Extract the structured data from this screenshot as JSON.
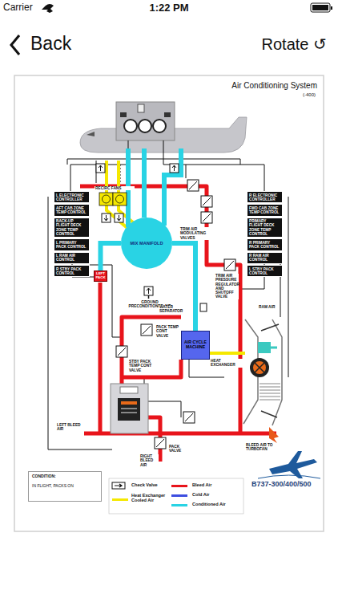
{
  "diagram": {
    "title": "Air Conditioning System",
    "nodes": [
      {
        "text": [
          "L ELECTRONIC CONTROLLER"
        ]
      },
      {
        "text": [
          "AFT CAB ZONE TEMP CONTROL"
        ]
      },
      {
        "text": [
          "BACK-UP FLIGHT DECK ZONE TEMP CONTROL"
        ]
      },
      {
        "text": [
          "L PRIMARY PACK CONTROL"
        ]
      },
      {
        "text": [
          "L RAM AIR CONTROL"
        ]
      },
      {
        "text": [
          "R STBY PACK CONTROL"
        ]
      },
      {
        "text": [
          "R ELECTRONIC CONTROLLER"
        ]
      },
      {
        "text": [
          "FWD CAB ZONE TEMP CONTROL"
        ]
      },
      {
        "text": [
          "PRIMARY FLIGHT DECK ZONE TEMP CONTROL"
        ]
      },
      {
        "text": [
          "R PRIMARY PACK CONTROL"
        ]
      },
      {
        "text": [
          "R RAM AIR CONTROL"
        ]
      },
      {
        "text": [
          "L STBY PACK CONTROL"
        ]
      },
      {
        "text": [
          "MIX MANIFOLD"
        ]
      },
      {
        "text": [
          "LEFT PACK"
        ]
      },
      {
        "text": [
          "AIR CYCLE MACHINE"
        ]
      },
      {
        "text": [
          "CONDITION:",
          "IN FLIGHT, PACKS ON"
        ]
      }
    ],
    "edges": [
      {
        "from": 13,
        "to": 12,
        "arrow": "none"
      },
      {
        "from": 14,
        "to": 12,
        "arrow": "none"
      }
    ],
    "labels": [
      "Carrier",
      "1:22 PM",
      "Back",
      "Rotate ↺",
      "(-400)",
      "RECIRC FANS",
      "TRIM AIR MODULATING VALVES",
      "GROUND PRECONDITIONED AIR",
      "WATER SEPARATOR",
      "TRIM AIR PRESSURE REGULATOR AND SHUTOFF VALVE",
      "RAM AIR",
      "PACK TEMP CONT VALVE",
      "STBY PACK TEMP CONT VALVE",
      "HEAT EXCHANGER",
      "LEFT BLEED AIR",
      "BLEED AIR TO TURBOFAN",
      "RIGHT BLEED AIR",
      "PACK VALVE",
      "B737-300/400/500"
    ],
    "legend": [
      {
        "text": "Check Valve"
      },
      {
        "text": "Heat Exchanger Cooled Air",
        "color": "#f5e800"
      },
      {
        "text": "Bleed Air",
        "color": "#e8141b"
      },
      {
        "text": "Cold Air",
        "color": "#3d4ee0"
      },
      {
        "text": "Conditioned Air",
        "color": "#29d3e4"
      }
    ]
  }
}
